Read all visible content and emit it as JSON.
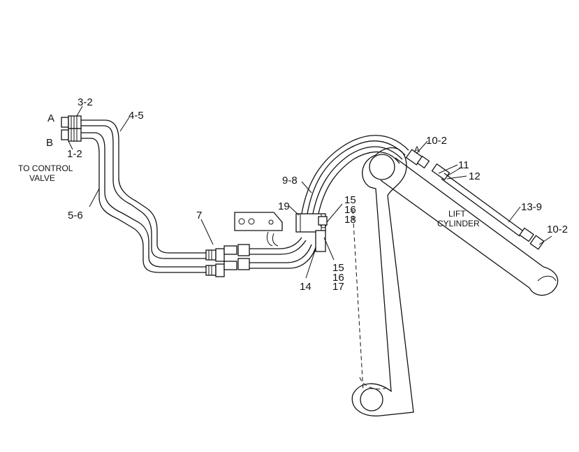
{
  "callouts": {
    "port_a": "A",
    "port_b": "B",
    "part_3_2": "3-2",
    "part_1_2": "1-2",
    "part_4_5": "4-5",
    "part_5_6": "5-6",
    "part_7": "7",
    "part_9_8": "9-8",
    "part_19": "19",
    "part_15_top": "15",
    "part_16_top": "16",
    "part_18": "18",
    "part_15_bottom": "15",
    "part_16_bottom": "16",
    "part_17": "17",
    "part_14": "14",
    "part_10_2_top": "10-2",
    "part_cyl_a": "A",
    "part_11": "11",
    "part_12": "12",
    "part_13_9": "13-9",
    "part_10_2_bottom": "10-2"
  },
  "notes": {
    "control_valve_line1": "TO CONTROL",
    "control_valve_line2": "VALVE",
    "lift_cylinder_line1": "LIFT",
    "lift_cylinder_line2": "CYLINDER"
  }
}
